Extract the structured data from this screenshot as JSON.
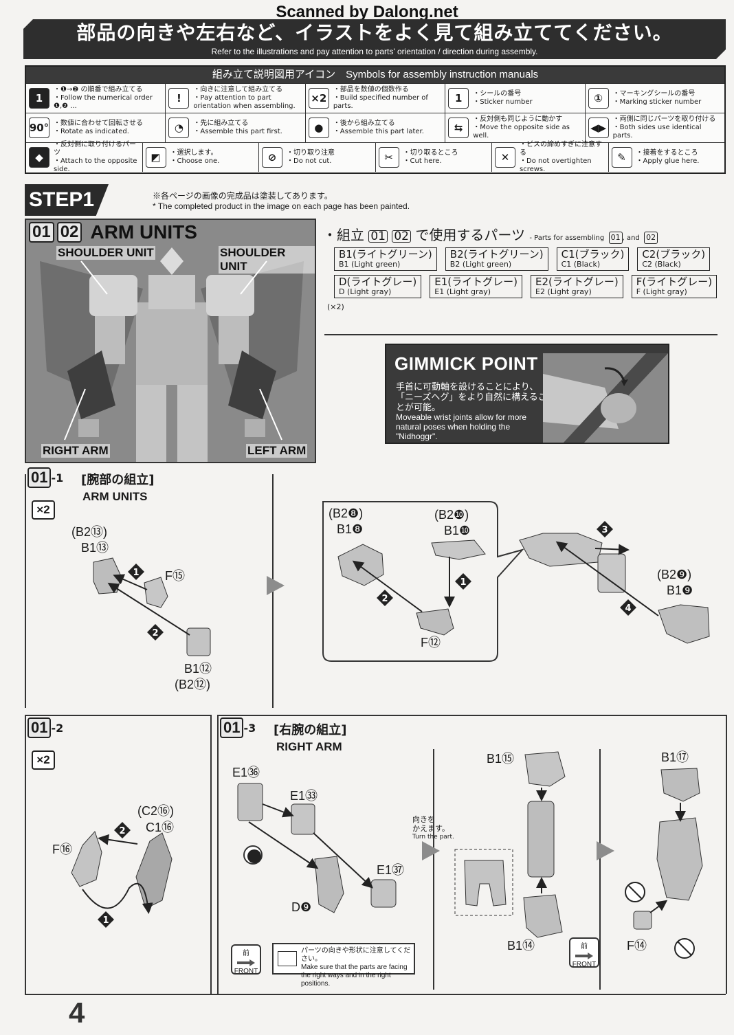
{
  "scan_credit": "Scanned by Dalong.net",
  "banner": {
    "jp": "部品の向きや左右など、イラストをよく見て組み立ててください。",
    "en": "Refer to the illustrations and pay attention to parts' orientation / direction during assembly."
  },
  "symbols": {
    "header": "組み立て説明図用アイコン　Symbols for assembly instruction manuals",
    "rows": [
      [
        {
          "icon": "1",
          "icon_name": "step-order-icon",
          "jp": "・❶→❷ の順番で組み立てる",
          "en": "・Follow the numerical order ❶,❷ ..."
        },
        {
          "icon": "!",
          "icon_name": "orientation-icon",
          "jp": "・向きに注意して組み立てる",
          "en": "・Pay attention to part orientation when assembling."
        },
        {
          "icon": "×2",
          "icon_name": "quantity-icon",
          "jp": "・部品を数値の個数作る",
          "en": "・Build specified number of parts."
        },
        {
          "icon": "1",
          "icon_name": "sticker-icon",
          "jp": "・シールの番号",
          "en": "・Sticker number"
        },
        {
          "icon": "①",
          "icon_name": "marking-sticker-icon",
          "jp": "・マーキングシールの番号",
          "en": "・Marking sticker number"
        }
      ],
      [
        {
          "icon": "90°",
          "icon_name": "rotate-icon",
          "jp": "・数値に合わせて回転させる",
          "en": "・Rotate as indicated."
        },
        {
          "icon": "◔",
          "icon_name": "assemble-first-icon",
          "jp": "・先に組み立てる",
          "en": "・Assemble this part first."
        },
        {
          "icon": "●",
          "icon_name": "assemble-later-icon",
          "jp": "・後から組み立てる",
          "en": "・Assemble this part later."
        },
        {
          "icon": "⇆",
          "icon_name": "opposite-side-icon",
          "jp": "・反対側も同じように動かす",
          "en": "・Move the opposite side as well."
        },
        {
          "icon": "◀▶",
          "icon_name": "both-sides-icon",
          "jp": "・両側に同じパーツを取り付ける",
          "en": "・Both sides use identical parts."
        }
      ],
      [
        {
          "icon": "◆",
          "icon_name": "attach-opposite-icon",
          "jp": "・反対側に取り付けるパーツ",
          "en": "・Attach to the opposite side."
        },
        {
          "icon": "◩",
          "icon_name": "choose-one-icon",
          "jp": "・選択します。",
          "en": "・Choose one."
        },
        {
          "icon": "⊘",
          "icon_name": "do-not-cut-icon",
          "jp": "・切り取り注意",
          "en": "・Do not cut."
        },
        {
          "icon": "✂",
          "icon_name": "cut-here-icon",
          "jp": "・切り取るところ",
          "en": "・Cut here."
        },
        {
          "icon": "✕",
          "icon_name": "screw-icon",
          "jp": "・ビスの締めすぎに注意する",
          "en": "・Do not overtighten screws."
        },
        {
          "icon": "✎",
          "icon_name": "glue-icon",
          "jp": "・接着をするところ",
          "en": "・Apply glue here."
        }
      ]
    ]
  },
  "step": {
    "label": "STEP1",
    "note_jp": "※各ページの画像の完成品は塗装してあります。",
    "note_en": "* The completed product in the image on each page has been painted."
  },
  "arm_units_panel": {
    "tag1": "01",
    "tag2": "02",
    "title": "ARM UNITS",
    "label_shoulder_left": "SHOULDER UNIT",
    "label_shoulder_right": "SHOULDER UNIT",
    "label_right_arm": "RIGHT ARM",
    "label_left_arm": "LEFT ARM"
  },
  "parts": {
    "head_prefix": "・組立",
    "tag1": "01",
    "tag2": "02",
    "head_suffix": "で使用するパーツ",
    "head_en_prefix": "- Parts for assembling",
    "head_en_and": ", and",
    "items": [
      {
        "jp": "B1(ライトグリーン)",
        "en": "B1 (Light green)"
      },
      {
        "jp": "B2(ライトグリーン)",
        "en": "B2 (Light green)"
      },
      {
        "jp": "C1(ブラック)",
        "en": "C1 (Black)"
      },
      {
        "jp": "C2(ブラック)",
        "en": "C2 (Black)"
      },
      {
        "jp": "D(ライトグレー)",
        "en": "D (Light gray)"
      },
      {
        "jp": "E1(ライトグレー)",
        "en": "E1 (Light gray)"
      },
      {
        "jp": "E2(ライトグレー)",
        "en": "E2 (Light gray)"
      },
      {
        "jp": "F(ライトグレー)",
        "en": "F (Light gray)"
      }
    ],
    "f_count": "(×2)"
  },
  "gimmick": {
    "title": "GIMMICK POINT",
    "jp": "手首に可動軸を設けることにより、「ニーズヘグ」をより自然に構えることが可能。",
    "en": "Moveable wrist joints allow for more natural poses when holding the \"Nidhoggr\"."
  },
  "sec_01_1": {
    "tag": "01",
    "sub": "-1",
    "title_jp": "[腕部の組立]",
    "title_en": "ARM UNITS",
    "qty": "×2",
    "callouts": {
      "b2_13": "(B2⑬)",
      "b1_13": "B1⑬",
      "f15": "F⑮",
      "b1_12": "B1⑫",
      "b2_12": "(B2⑫)",
      "b2_8": "(B2❽)",
      "b1_8": "B1❽",
      "b2_10": "(B2❿)",
      "b1_10": "B1❿",
      "f12": "F⑫",
      "b2_9": "(B2❾)",
      "b1_9": "B1❾"
    }
  },
  "sec_01_2": {
    "tag": "01",
    "sub": "-2",
    "qty": "×2",
    "callouts": {
      "c2_16": "(C2⑯)",
      "c1_16": "C1⑯",
      "f16": "F⑯"
    }
  },
  "sec_01_3": {
    "tag": "01",
    "sub": "-3",
    "title_jp": "[右腕の組立]",
    "title_en": "RIGHT ARM",
    "callouts": {
      "e1_36": "E1㊱",
      "e1_33": "E1㉝",
      "e1_37": "E1㊲",
      "d9": "D❾",
      "b1_15": "B1⑮",
      "b1_14": "B1⑭",
      "b1_17": "B1⑰",
      "f14": "F⑭"
    },
    "turn_jp": "向きを\nかえます。",
    "turn_en": "Turn the part.",
    "front_jp": "前",
    "front_en": "FRONT",
    "warn_jp": "パーツの向きや形状に注意してください。",
    "warn_en": "Make sure that the parts are facing the right ways and in the right positions."
  },
  "page_number": "4"
}
